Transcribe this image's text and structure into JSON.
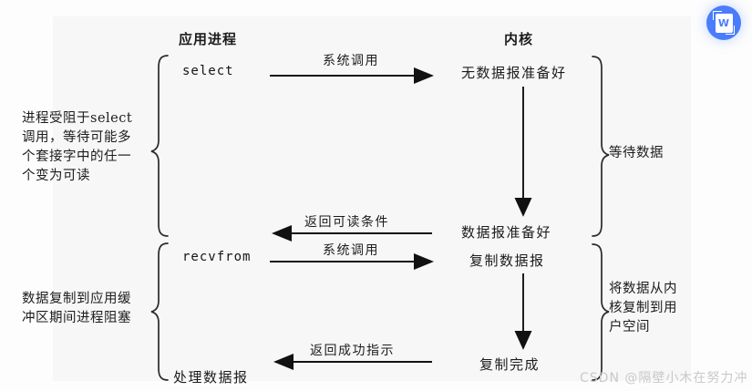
{
  "diagram": {
    "title_left": "应用进程",
    "title_right": "内核",
    "badge": {
      "icon": "word-document-icon",
      "letter": "W"
    },
    "watermark": "CSDN @隔壁小木在努力冲",
    "colors": {
      "badge": "#4a7dfc",
      "ink": "#1a1a1a",
      "plate": "#f7f7f7",
      "watermark": "#c9c9c9"
    },
    "app_calls": {
      "select": "select",
      "recvfrom": "recvfrom",
      "process_datagram": "处理数据报"
    },
    "kernel_states": {
      "no_datagram_ready": "无数据报准备好",
      "datagram_ready": "数据报准备好",
      "copy_datagram": "复制数据报",
      "copy_complete": "复制完成"
    },
    "arrows": [
      {
        "label": "系统调用",
        "direction": "right"
      },
      {
        "label": "返回可读条件",
        "direction": "left"
      },
      {
        "label": "系统调用",
        "direction": "right"
      },
      {
        "label": "返回成功指示",
        "direction": "left"
      }
    ],
    "notes": {
      "left_top": [
        "进程受阻于select",
        "调用，等待可能多",
        "个套接字中的任一",
        "个变为可读"
      ],
      "left_bottom": [
        "数据复制到应用缓",
        "冲区期间进程阻塞"
      ],
      "right_top": [
        "等待数据"
      ],
      "right_bottom": [
        "将数据从内",
        "核复制到用",
        "户空间"
      ]
    }
  }
}
